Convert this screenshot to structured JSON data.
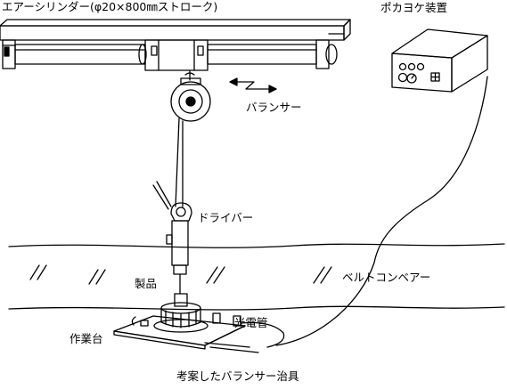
{
  "labels": {
    "air_cylinder": "エアーシリンダー(φ20×800㎜ストローク)",
    "pokayoke": "ポカヨケ装置",
    "balancer": "バランサー",
    "driver": "ドライバー",
    "product": "製品",
    "belt_conveyor": "ベルトコンベアー",
    "photoelectric_tube": "光電管",
    "work_table": "作業台",
    "caption": "考案したバランサー治具"
  },
  "colors": {
    "ink": "#000000",
    "paper": "#ffffff"
  }
}
